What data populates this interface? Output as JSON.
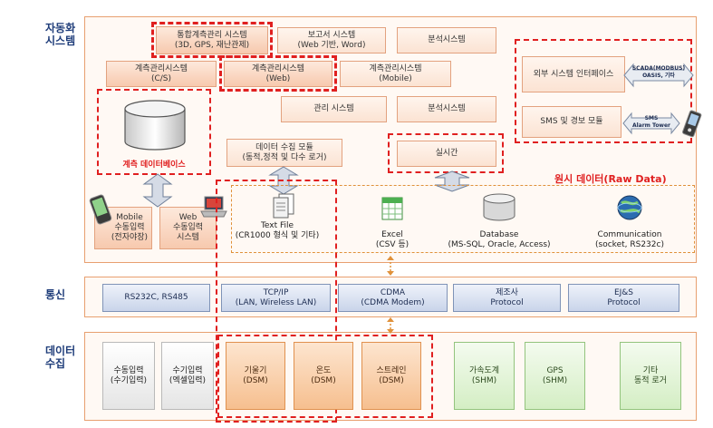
{
  "sections": {
    "automation": "자동화\n시스템",
    "comm": "통신",
    "collection": "데이터\n수집"
  },
  "automation": {
    "integrated": "통합계측관리 시스템\n(3D, GPS, 재난관제)",
    "report": "보고서 시스템\n(Web 기반, Word)",
    "analysis1": "분석시스템",
    "cs": "계측관리시스템\n(C/S)",
    "web": "계측관리시스템\n(Web)",
    "mobile": "계측관리시스템\n(Mobile)",
    "manage": "관리 시스템",
    "analysis2": "분석시스템",
    "external": "외부 시스템 인터페이스",
    "scada": "SCADA(MODBUS)\nOASIS, 기타",
    "sms": "SMS 및 경보 모듈",
    "sms_tower": "SMS\nAlarm Tower",
    "db_label": "계측 데이터베이스",
    "collect_module": "데이터 수집 모듈\n(동적,정적 및 다수 로거)",
    "realtime": "실시간",
    "raw_data": "원시 데이터(Raw Data)",
    "mobile_input": "Mobile\n수동입력\n(전자야장)",
    "web_input": "Web\n수동입력\n시스템",
    "textfile": "Text File\n(CR1000 형식 및 기타)",
    "excel": "Excel\n(CSV 등)",
    "database": "Database\n(MS-SQL, Oracle, Access)",
    "communication": "Communication\n(socket, RS232c)"
  },
  "comm": {
    "rs232": "RS232C, RS485",
    "tcpip": "TCP/IP\n(LAN, Wireless LAN)",
    "cdma": "CDMA\n(CDMA Modem)",
    "maker": "제조사\nProtocol",
    "ejs": "EJ&S\nProtocol"
  },
  "collection": {
    "manual1": "수동입력\n(수기입력)",
    "manual2": "수기입력\n(엑셀입력)",
    "tilt": "기울기\n(DSM)",
    "temp": "온도\n(DSM)",
    "strain": "스트레인\n(DSM)",
    "accel": "가속도계\n(SHM)",
    "gps": "GPS\n(SHM)",
    "etc": "기타\n동적 로거"
  },
  "colors": {
    "accent_red": "#e02020",
    "band_border": "#e8a070",
    "title_blue": "#1f3d7a"
  },
  "icons": [
    "cylinder-database-icon",
    "mobile-device-icon",
    "laptop-icon",
    "text-file-icon",
    "excel-icon",
    "database-icon",
    "globe-icon",
    "double-arrow-icon",
    "alarm-tower-icon"
  ]
}
